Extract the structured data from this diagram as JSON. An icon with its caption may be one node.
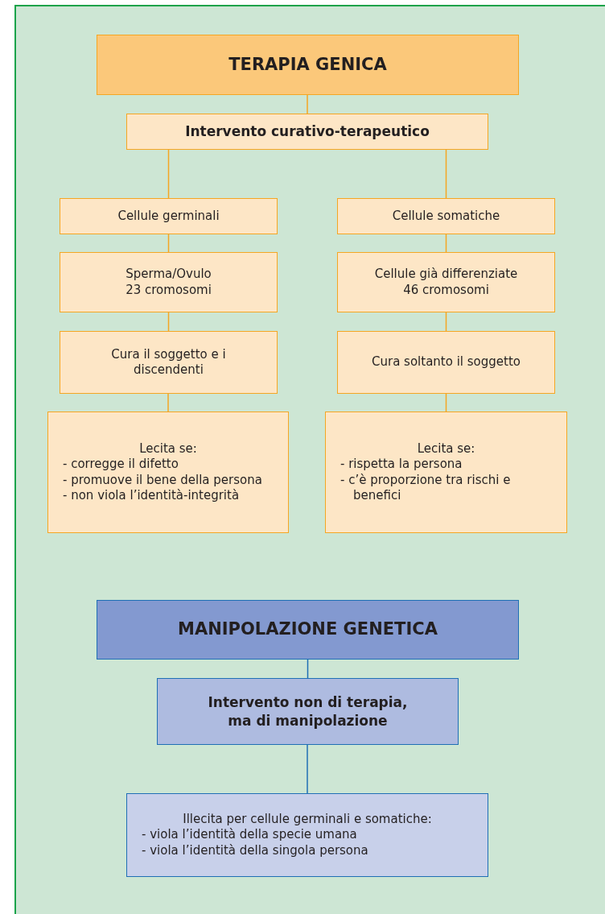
{
  "diagram": {
    "nodes": [
      {
        "text": [
          "TERAPIA GENICA"
        ]
      },
      {
        "text": [
          "Intervento curativo-terapeutico"
        ]
      },
      {
        "text": [
          "Cellule germinali"
        ]
      },
      {
        "text": [
          "Cellule somatiche"
        ]
      },
      {
        "text": [
          "Sperma/Ovulo",
          "23 cromosomi"
        ]
      },
      {
        "text": [
          "Cellule già differenziate",
          "46 cromosomi"
        ]
      },
      {
        "text": [
          "Cura il soggetto e i discendenti"
        ]
      },
      {
        "text": [
          "Cura soltanto il soggetto"
        ]
      },
      {
        "text": [
          "Lecita se:",
          "- corregge il difetto",
          "- promuove il bene della persona",
          "- non viola l’identità-integrità"
        ]
      },
      {
        "text": [
          "Lecita se:",
          "- rispetta la persona",
          "- c’è proporzione tra rischi e benefici"
        ]
      },
      {
        "text": [
          "MANIPOLAZIONE GENETICA"
        ]
      },
      {
        "text": [
          "Intervento non di terapia, ma di manipolazione"
        ]
      },
      {
        "text": [
          "Illecita per cellule germinali e somatiche:",
          "- viola l’identità della specie umana",
          "- viola l’identità della singola persona"
        ]
      }
    ],
    "edges": [
      {
        "from": 0,
        "to": 1,
        "arrow": "none"
      },
      {
        "from": 1,
        "to": 2,
        "arrow": "none"
      },
      {
        "from": 1,
        "to": 3,
        "arrow": "none"
      },
      {
        "from": 2,
        "to": 4,
        "arrow": "none"
      },
      {
        "from": 3,
        "to": 5,
        "arrow": "none"
      },
      {
        "from": 4,
        "to": 6,
        "arrow": "none"
      },
      {
        "from": 5,
        "to": 7,
        "arrow": "none"
      },
      {
        "from": 6,
        "to": 8,
        "arrow": "none"
      },
      {
        "from": 7,
        "to": 9,
        "arrow": "none"
      },
      {
        "from": 10,
        "to": 11,
        "arrow": "none",
        "color": "#1f6fb5"
      },
      {
        "from": 11,
        "to": 12,
        "arrow": "none",
        "color": "#1f6fb5"
      }
    ]
  }
}
